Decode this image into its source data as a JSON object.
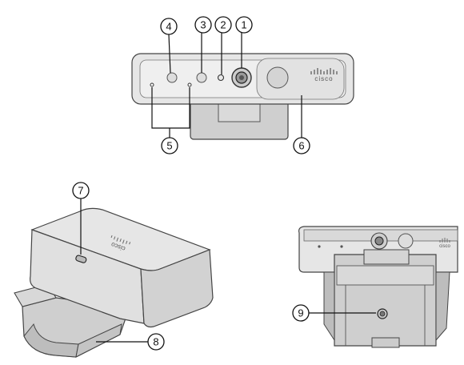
{
  "callouts": {
    "c1": "1",
    "c2": "2",
    "c3": "3",
    "c4": "4",
    "c5": "5",
    "c6": "6",
    "c7": "7",
    "c8": "8",
    "c9": "9"
  },
  "logo": {
    "front": "cisco",
    "top": "cisco",
    "back": "cisco"
  },
  "colors": {
    "line": "#111111",
    "body": "#e6e6e6",
    "bodyDark": "#cfcfcf"
  }
}
